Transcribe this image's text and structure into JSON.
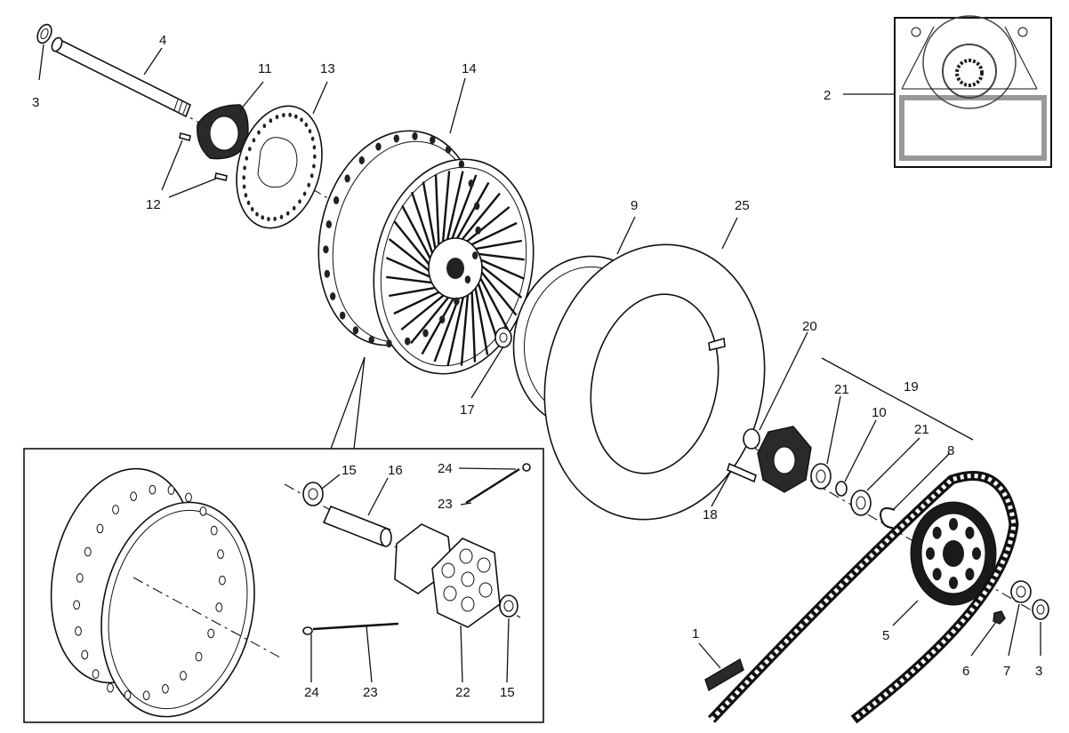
{
  "diagram": {
    "callouts": {
      "c1": "1",
      "c2": "2",
      "c3a": "3",
      "c3b": "3",
      "c4": "4",
      "c5": "5",
      "c6": "6",
      "c7": "7",
      "c8": "8",
      "c9": "9",
      "c10": "10",
      "c11": "11",
      "c12": "12",
      "c13": "13",
      "c14": "14",
      "c15a": "15",
      "c15b": "15",
      "c16": "16",
      "c17": "17",
      "c18": "18",
      "c19": "19",
      "c20": "20",
      "c21a": "21",
      "c21b": "21",
      "c22": "22",
      "c23a": "23",
      "c23b": "23",
      "c24a": "24",
      "c24b": "24",
      "c25": "25"
    }
  }
}
